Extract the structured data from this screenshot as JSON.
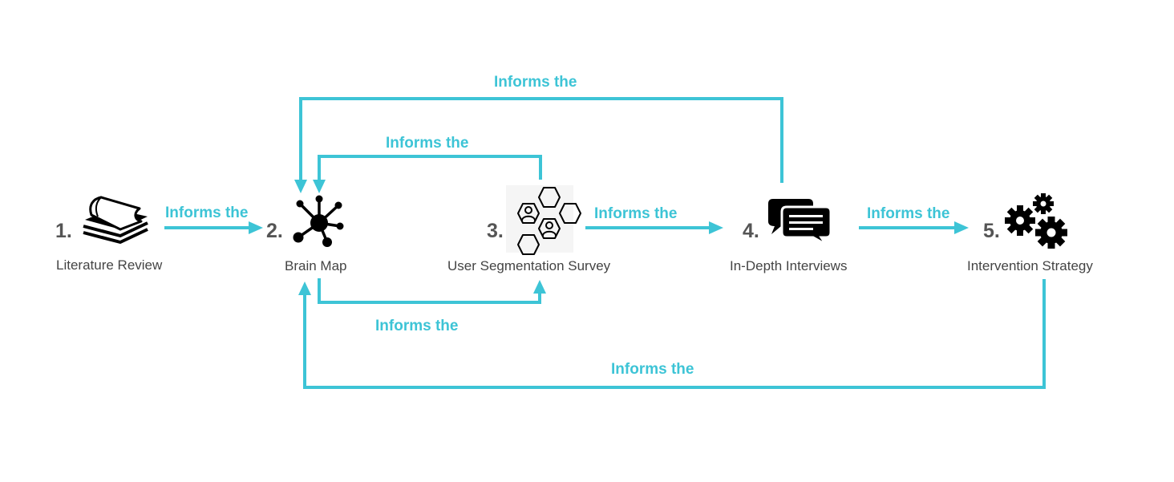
{
  "colors": {
    "accent": "#3dc4d6",
    "text": "#444444",
    "number": "#555555",
    "icon": "#000000"
  },
  "steps": [
    {
      "number": "1.",
      "name": "Literature Review",
      "icon": "stacked-papers-icon"
    },
    {
      "number": "2.",
      "name": "Brain Map",
      "icon": "network-node-icon"
    },
    {
      "number": "3.",
      "name": "User Segmentation Survey",
      "icon": "hexagon-users-icon"
    },
    {
      "number": "4.",
      "name": "In-Depth Interviews",
      "icon": "chat-bubbles-icon"
    },
    {
      "number": "5.",
      "name": "Intervention Strategy",
      "icon": "gears-icon"
    }
  ],
  "flows": [
    {
      "from": "1.",
      "to": "2.",
      "label": "Informs the"
    },
    {
      "from": "3.",
      "to": "4.",
      "label": "Informs the"
    },
    {
      "from": "4.",
      "to": "5.",
      "label": "Informs the"
    },
    {
      "from": "3.",
      "to": "2.",
      "label": "Informs the"
    },
    {
      "from": "4.",
      "to": "2.",
      "label": "Informs the"
    },
    {
      "from": "2.",
      "to": "3.",
      "label": "Informs the"
    },
    {
      "from": "5.",
      "to": "2.",
      "label": "Informs the"
    }
  ]
}
